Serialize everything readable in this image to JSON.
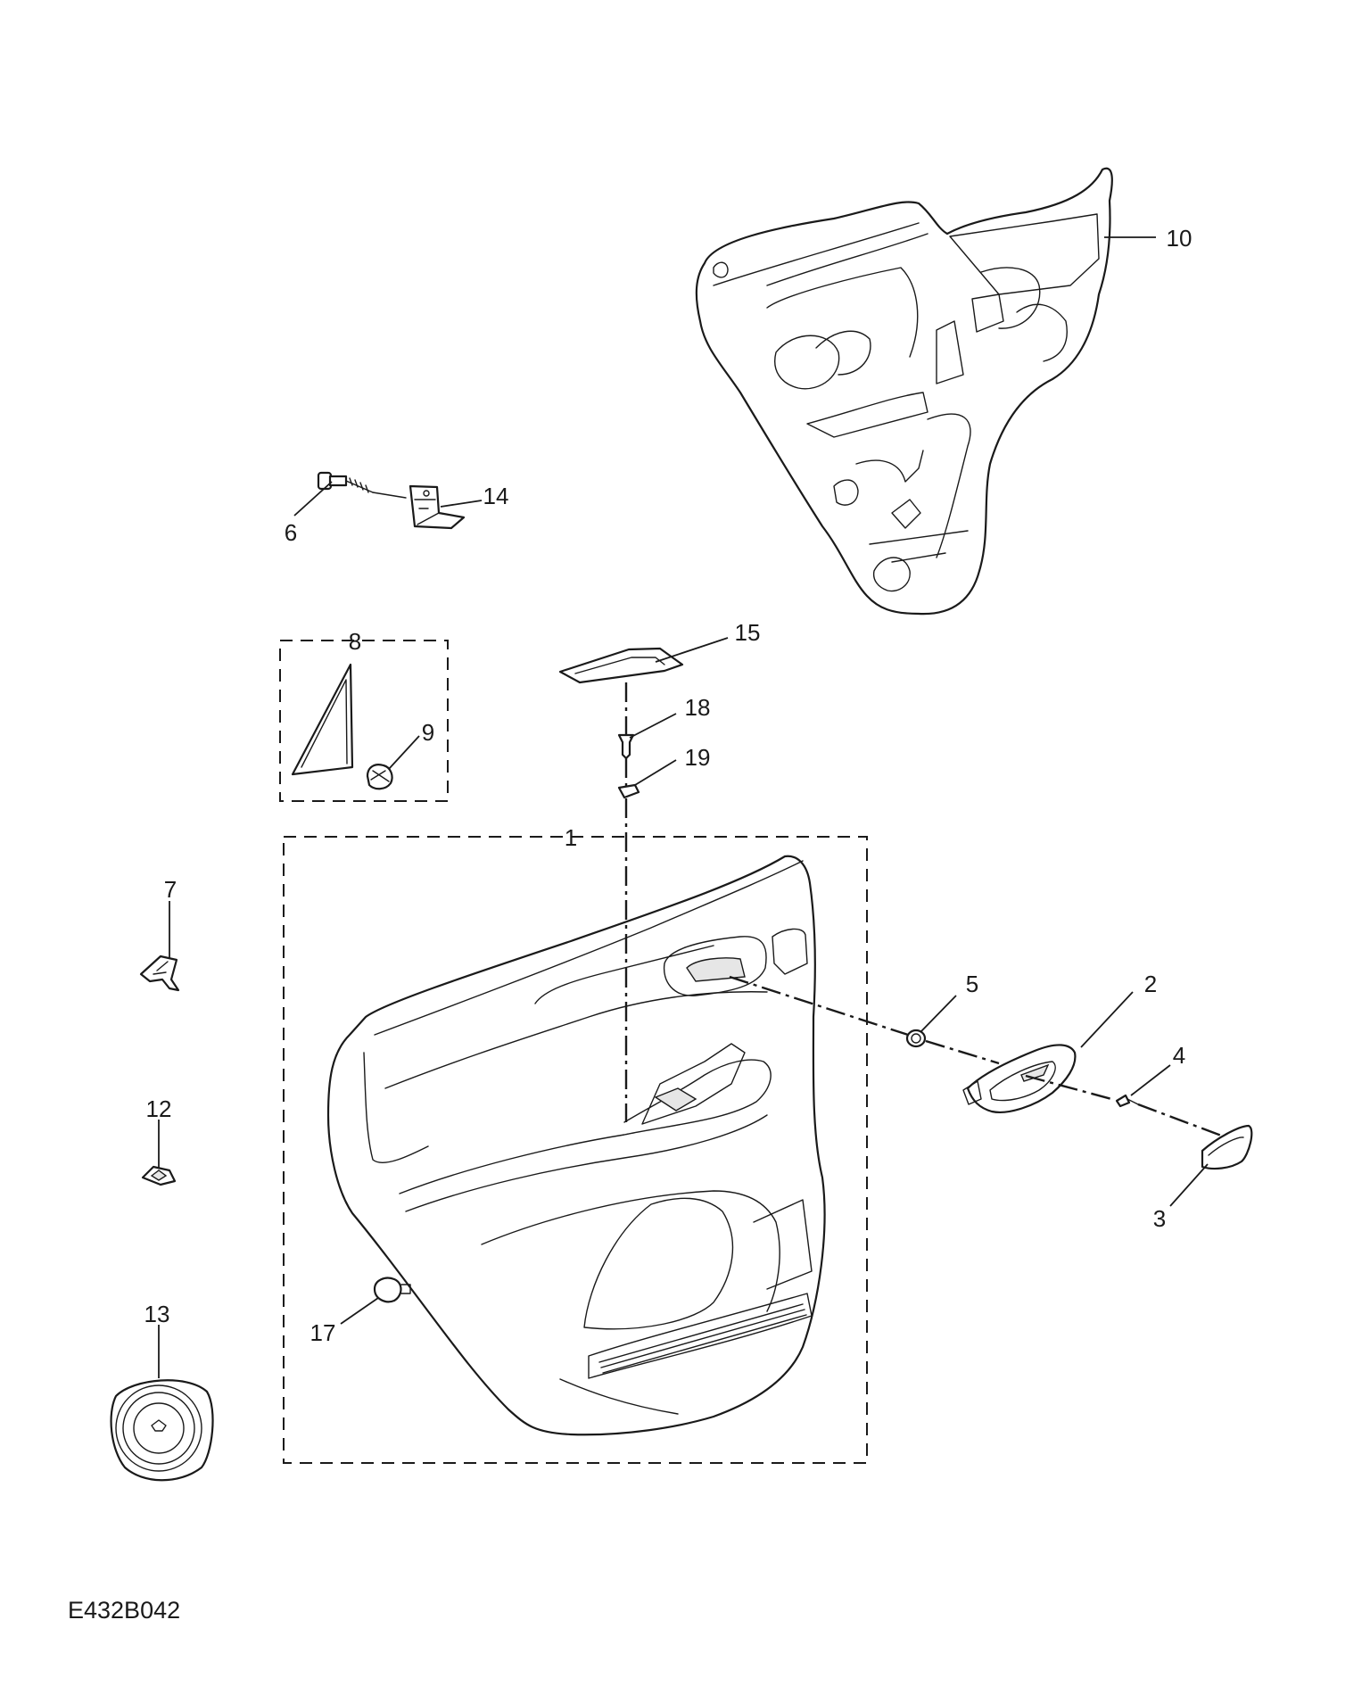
{
  "diagram": {
    "reference_code": "E432B042",
    "callouts": [
      "1",
      "2",
      "3",
      "4",
      "5",
      "6",
      "7",
      "8",
      "9",
      "10",
      "12",
      "13",
      "14",
      "15",
      "17",
      "18",
      "19"
    ]
  }
}
